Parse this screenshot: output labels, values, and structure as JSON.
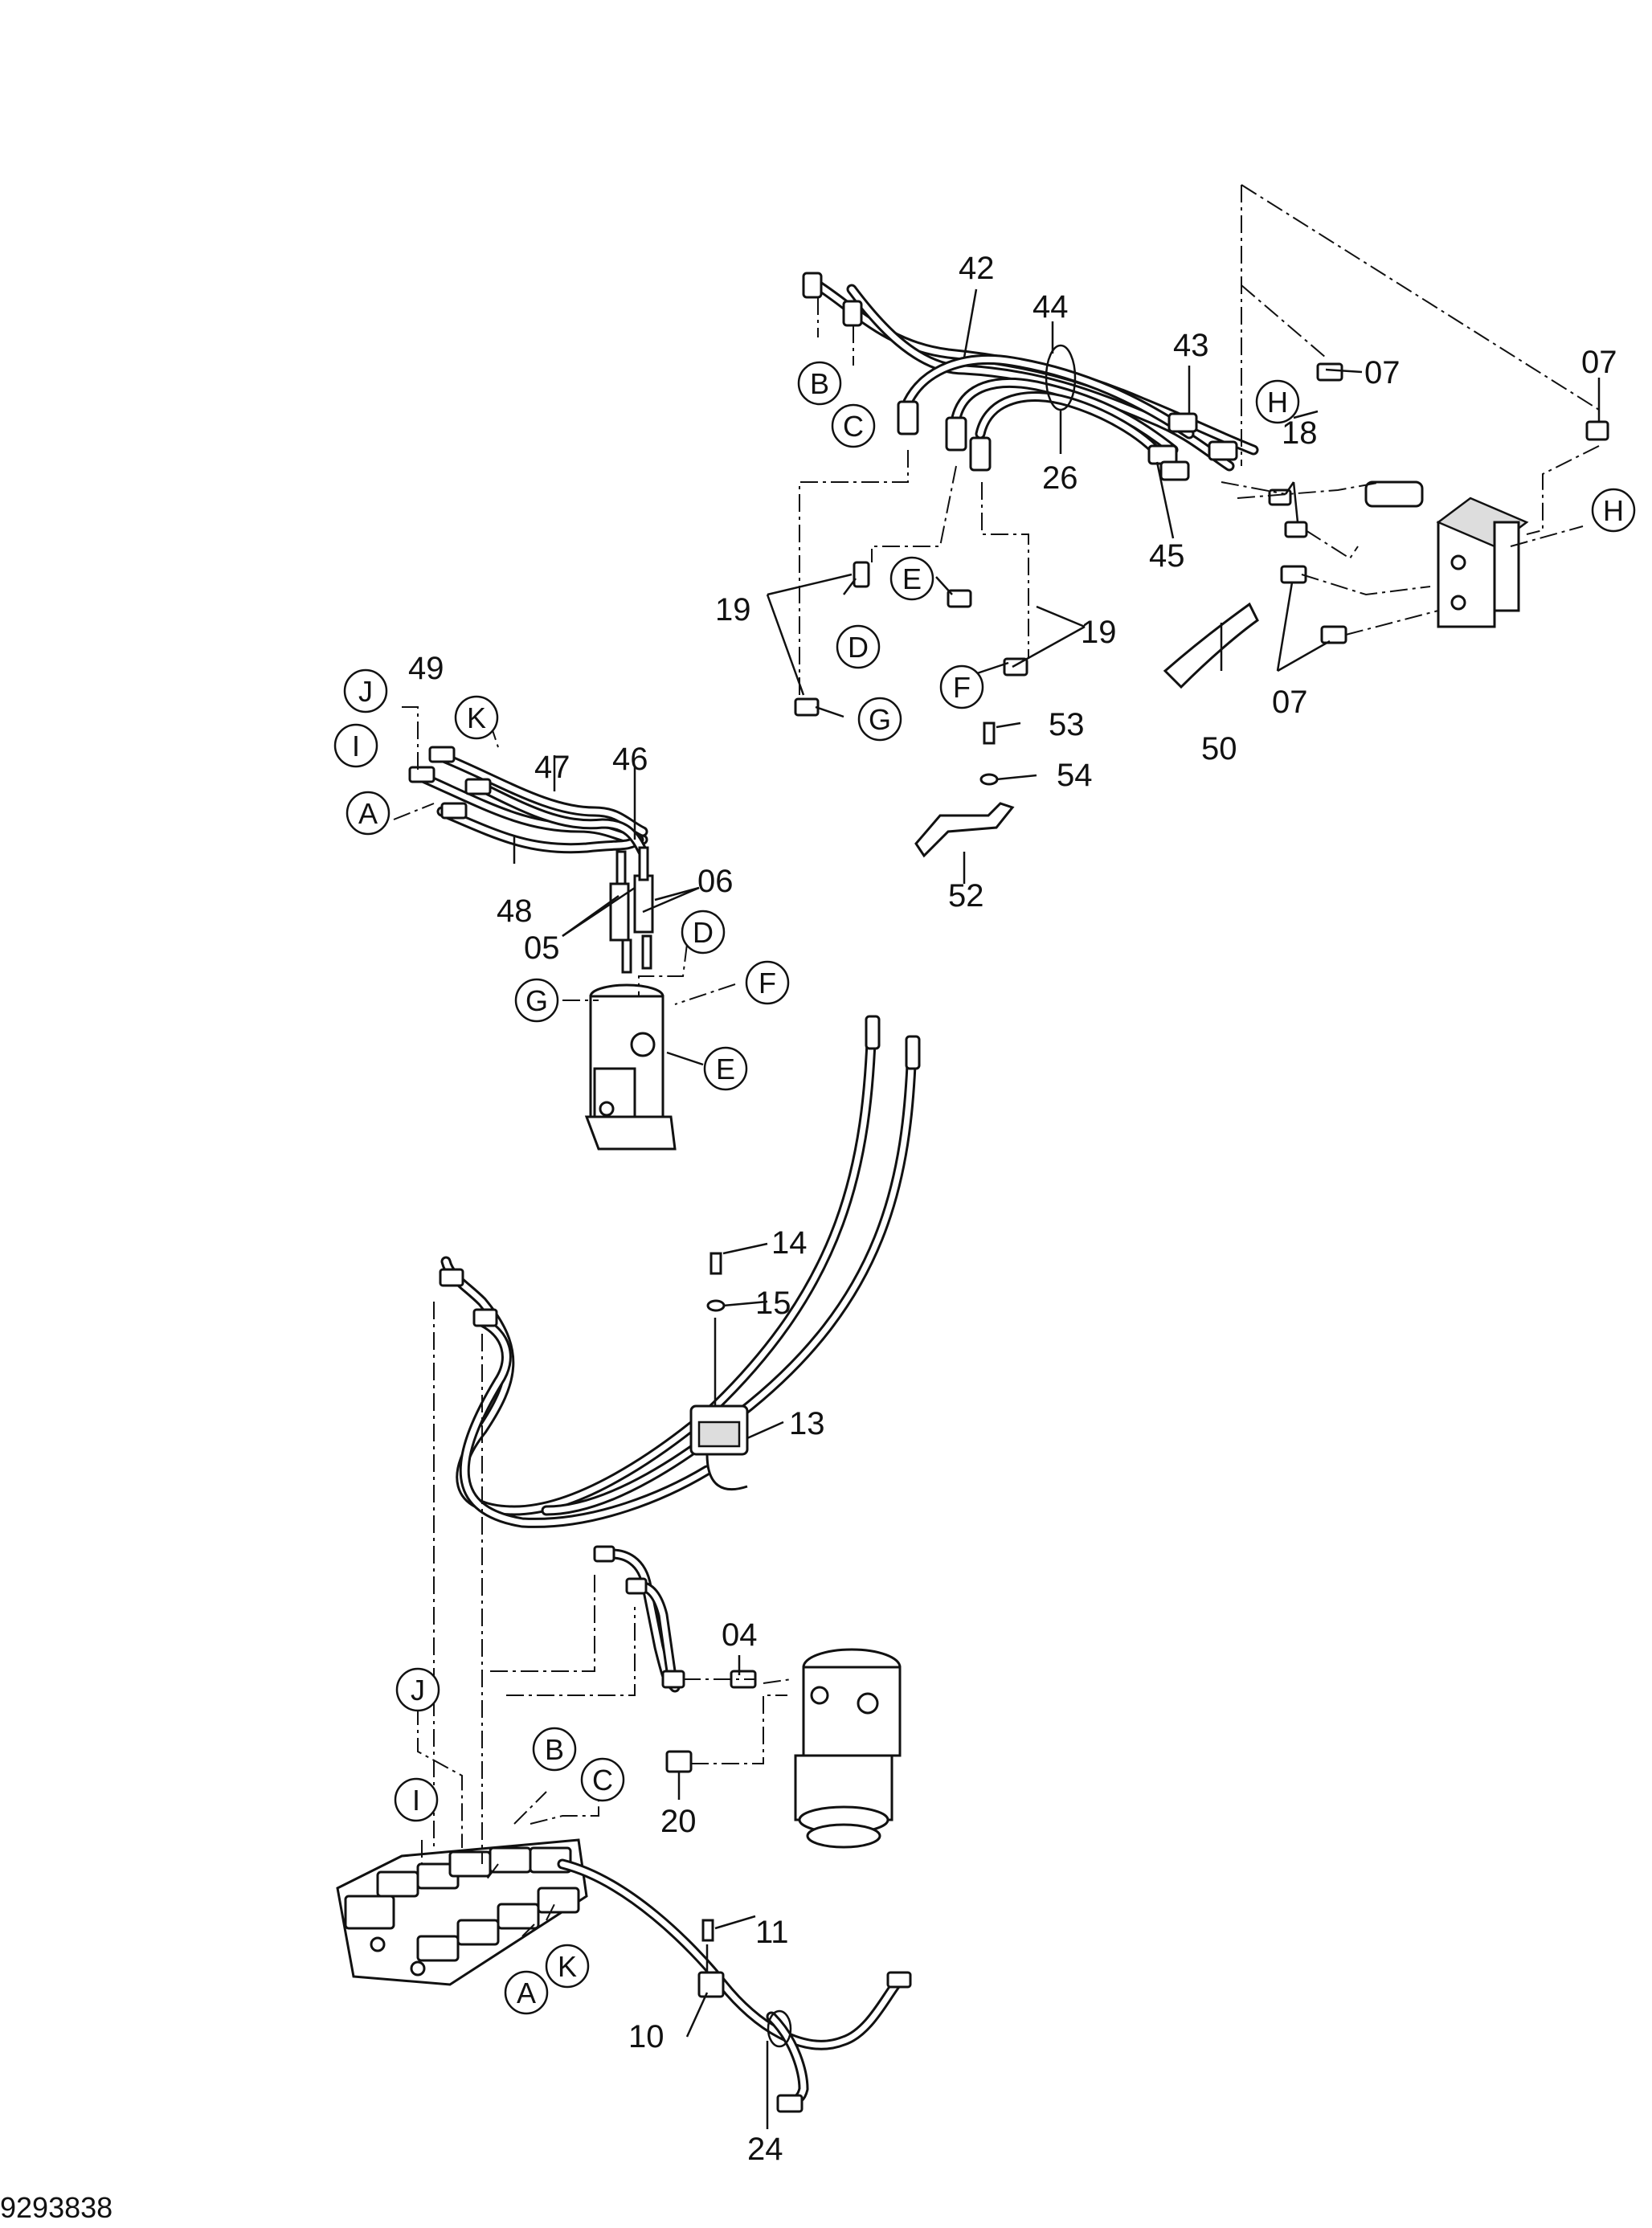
{
  "drawing": {
    "id": "9293838",
    "part_numbers": [
      "42",
      "44",
      "43",
      "07",
      "07",
      "18",
      "26",
      "45",
      "19",
      "19",
      "50",
      "07",
      "53",
      "54",
      "52",
      "49",
      "47",
      "46",
      "06",
      "48",
      "05",
      "14",
      "15",
      "13",
      "04",
      "20",
      "11",
      "10",
      "24"
    ],
    "letters": [
      "B",
      "C",
      "H",
      "H",
      "E",
      "D",
      "F",
      "G",
      "J",
      "K",
      "I",
      "A",
      "D",
      "F",
      "G",
      "E",
      "J",
      "B",
      "C",
      "I",
      "K",
      "A"
    ]
  }
}
